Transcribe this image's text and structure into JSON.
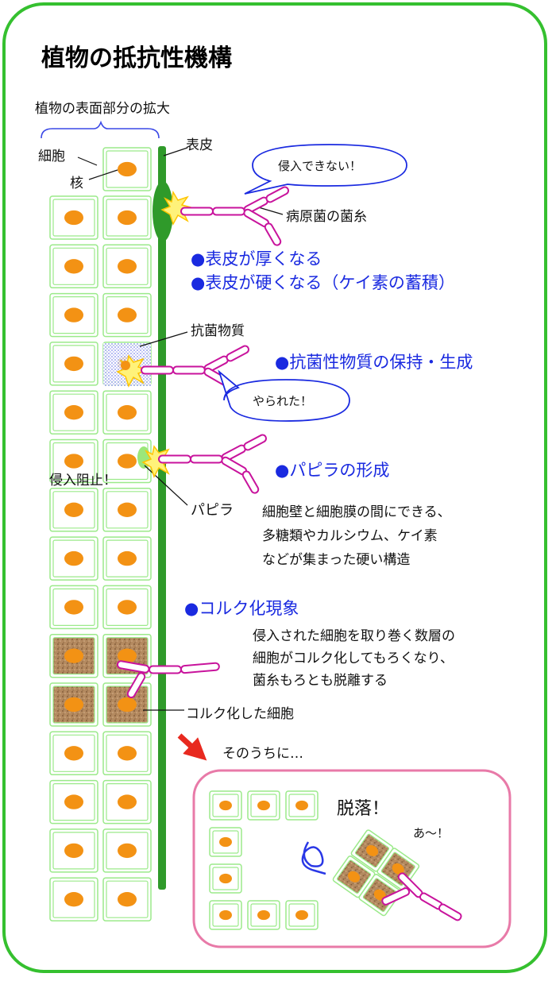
{
  "title": "植物の抵抗性機構",
  "labels": {
    "surface_zoom": "植物の表面部分の拡大",
    "cell": "細胞",
    "nucleus": "核",
    "epidermis": "表皮",
    "hypha": "病原菌の菌糸",
    "antimicrobial_substance": "抗菌物質",
    "invasion_blocked": "侵入阻止！",
    "papilla": "パピラ",
    "corked_cell": "コルク化した細胞",
    "eventually": "そのうちに…",
    "shed": "脱落！"
  },
  "bubbles": {
    "cannot_invade": "侵入できない！",
    "got_me": "やられた！",
    "aah": "あ～！"
  },
  "mechanisms": {
    "thicker": "●表皮が厚くなる",
    "harder": "●表皮が硬くなる（ケイ素の蓄積）",
    "antimicrobial": "●抗菌性物質の保持・生成",
    "papilla": "●パピラの形成",
    "cork": "●コルク化現象"
  },
  "descriptions": {
    "papilla": [
      "細胞壁と細胞膜の間にできる、",
      "多糖類やカルシウム、ケイ素",
      "などが集まった硬い構造"
    ],
    "cork": [
      "侵入された細胞を取り巻く数層の",
      "細胞がコルク化してもろくなり、",
      "菌糸もろとも脱離する"
    ]
  },
  "colors": {
    "frame": "#35c02f",
    "epidermis": "#2f9a2a",
    "cell_border": "#9bea8a",
    "nucleus": "#f39214",
    "hypha": "#c8139c",
    "text_blue": "#1a2ae0",
    "cork": "#a57b54",
    "panel_border": "#e87aa8",
    "arrow": "#e8291f"
  }
}
